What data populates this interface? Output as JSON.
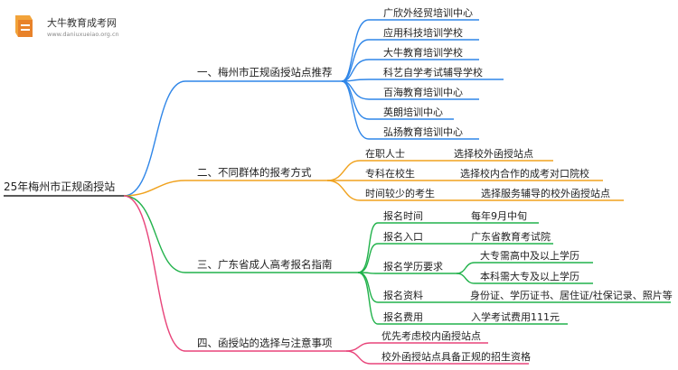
{
  "logo": {
    "name": "大牛教育成考网",
    "url": "www.daniuxueiao.org.cn",
    "icon": "book-icon"
  },
  "root": "25年梅州市正规函授站",
  "colors": {
    "blue": "#2f86e8",
    "orange": "#f0a21e",
    "green": "#21b24b",
    "pink": "#e8447a"
  },
  "branches": [
    {
      "label": "一、梅州市正规函授站点推荐",
      "items": [
        "广欣外经贸培训中心",
        "应用科技培训学校",
        "大牛教育培训学校",
        "科艺自学考试辅导学校",
        "百海教育培训中心",
        "英朗培训中心",
        "弘扬教育培训中心"
      ]
    },
    {
      "label": "二、不同群体的报考方式",
      "items": [
        {
          "label": "在职人士",
          "detail": "选择校外函授站点"
        },
        {
          "label": "专科在校生",
          "detail": "选择校内合作的成考对口院校"
        },
        {
          "label": "时间较少的考生",
          "detail": "选择服务辅导的校外函授站点"
        }
      ]
    },
    {
      "label": "三、广东省成人高考报名指南",
      "items": [
        {
          "label": "报名时间",
          "detail": "每年9月中旬"
        },
        {
          "label": "报名入口",
          "detail": "广东省教育考试院"
        },
        {
          "label": "报名学历要求",
          "details": [
            "大专需高中及以上学历",
            "本科需大专及以上学历"
          ]
        },
        {
          "label": "报名资料",
          "detail": "身份证、学历证书、居住证/社保记录、照片等"
        },
        {
          "label": "报名费用",
          "detail": "入学考试费用111元"
        }
      ]
    },
    {
      "label": "四、函授站的选择与注意事项",
      "items": [
        "优先考虑校内函授站点",
        "校外函授站点具备正规的招生资格"
      ]
    }
  ]
}
